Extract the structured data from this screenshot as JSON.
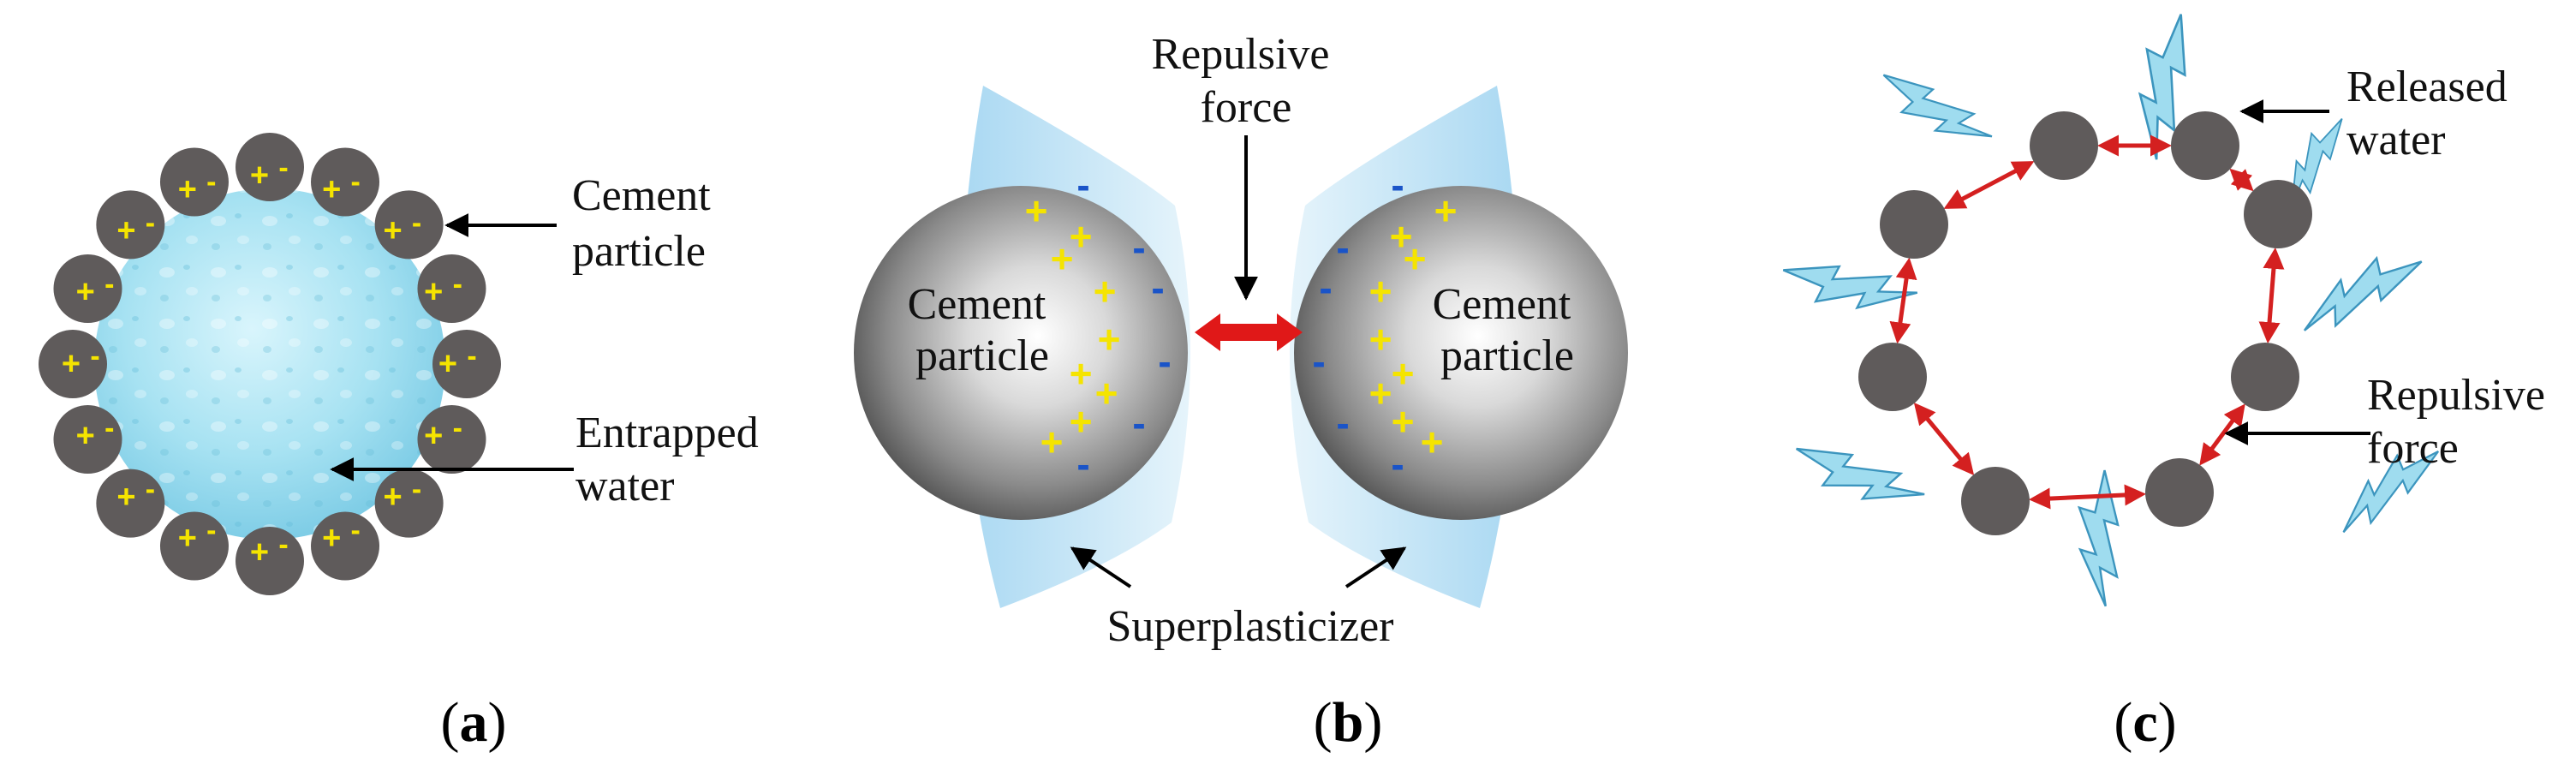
{
  "panel_a": {
    "label_cement": [
      "Cement",
      "particle"
    ],
    "label_water": [
      "Entrapped",
      "water"
    ],
    "caption": [
      "(",
      "a",
      ")"
    ]
  },
  "panel_b": {
    "label_force": [
      "Repulsive",
      "force"
    ],
    "label_left": [
      "Cement",
      "particle"
    ],
    "label_right": [
      "Cement",
      "particle"
    ],
    "label_sp": "Superplasticizer",
    "caption": [
      "(",
      "b",
      ")"
    ]
  },
  "panel_c": {
    "label_water": [
      "Released",
      "water"
    ],
    "label_force": [
      "Repulsive",
      "force"
    ],
    "caption": [
      "(",
      "c",
      ")"
    ]
  },
  "colors": {
    "particle": "#5f5b5b",
    "positive": "#f5e400",
    "negative": "#1a54c8",
    "water": "#9fdcef",
    "arrow_red": "#d42020"
  },
  "signs": {
    "plus": "+",
    "minus": "-"
  }
}
